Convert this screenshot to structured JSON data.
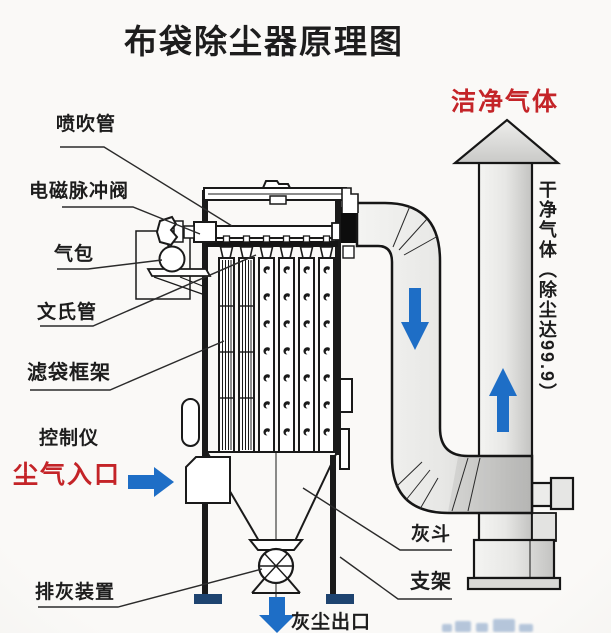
{
  "title": "布袋除尘器原理图",
  "labels": {
    "blow_pipe": "喷吹管",
    "pulse_valve": "电磁脉冲阀",
    "air_bag": "气包",
    "venturi_tube": "文氏管",
    "filter_bag_frame": "滤袋框架",
    "controller": "控制仪",
    "dust_gas_inlet": "尘气入口",
    "ash_discharge_device": "排灰装置",
    "dust_outlet": "灰尘出口",
    "ash_hopper": "灰斗",
    "support_frame": "支架",
    "clean_gas": "洁净气体",
    "clean_gas_note": "干净气体（除尘达99.9）"
  },
  "colors": {
    "accent_red": "#c42428",
    "arrow_blue": "#1e6ec6",
    "foot_navy": "#1e4470",
    "line_black": "#1a1a1a"
  },
  "diagram": {
    "filter_bags": {
      "striped_count": 2,
      "dotted_count": 4,
      "marks_per_bag": 7
    }
  }
}
